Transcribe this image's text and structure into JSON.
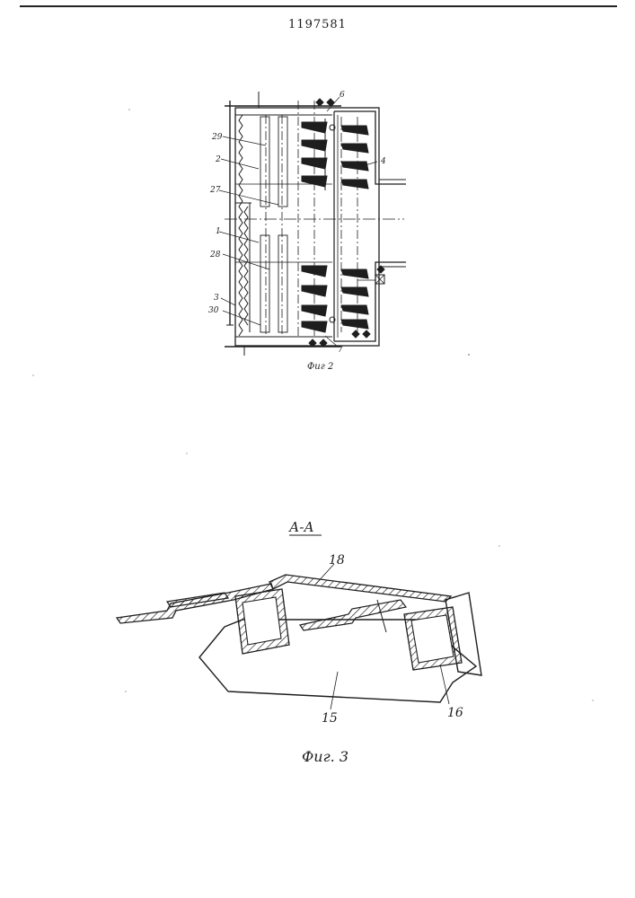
{
  "header": {
    "patent_number": "1197581"
  },
  "figure2": {
    "caption": "Фиг 2",
    "labels": [
      "29",
      "2",
      "27",
      "1",
      "28",
      "3",
      "30",
      "6",
      "4",
      "7"
    ]
  },
  "figure3": {
    "section_title": "А-А",
    "caption": "Фиг. 3",
    "labels": [
      "18",
      "15",
      "16"
    ]
  }
}
